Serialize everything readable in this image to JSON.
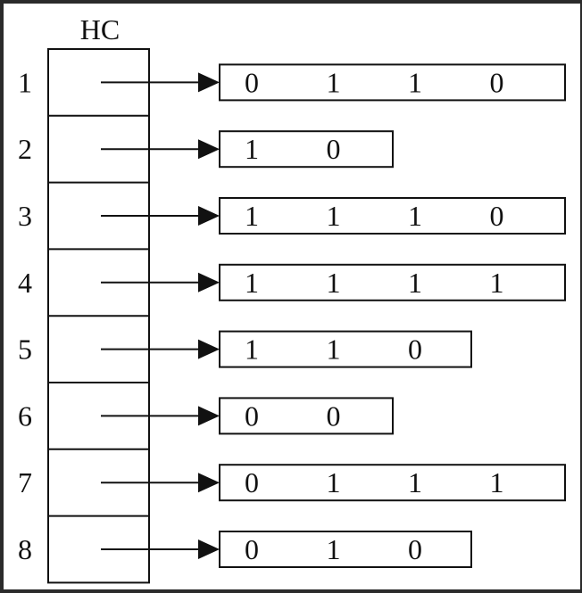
{
  "title": "HC",
  "rows": [
    {
      "label": "1",
      "bits": [
        "0",
        "1",
        "1",
        "0"
      ]
    },
    {
      "label": "2",
      "bits": [
        "1",
        "0"
      ]
    },
    {
      "label": "3",
      "bits": [
        "1",
        "1",
        "1",
        "0"
      ]
    },
    {
      "label": "4",
      "bits": [
        "1",
        "1",
        "1",
        "1"
      ]
    },
    {
      "label": "5",
      "bits": [
        "1",
        "1",
        "0"
      ]
    },
    {
      "label": "6",
      "bits": [
        "0",
        "0"
      ]
    },
    {
      "label": "7",
      "bits": [
        "0",
        "1",
        "1",
        "1"
      ]
    },
    {
      "label": "8",
      "bits": [
        "0",
        "1",
        "0"
      ]
    }
  ],
  "colors": {
    "ink": "#111111",
    "background": "#ffffff",
    "frame": "#2b2b2b"
  }
}
